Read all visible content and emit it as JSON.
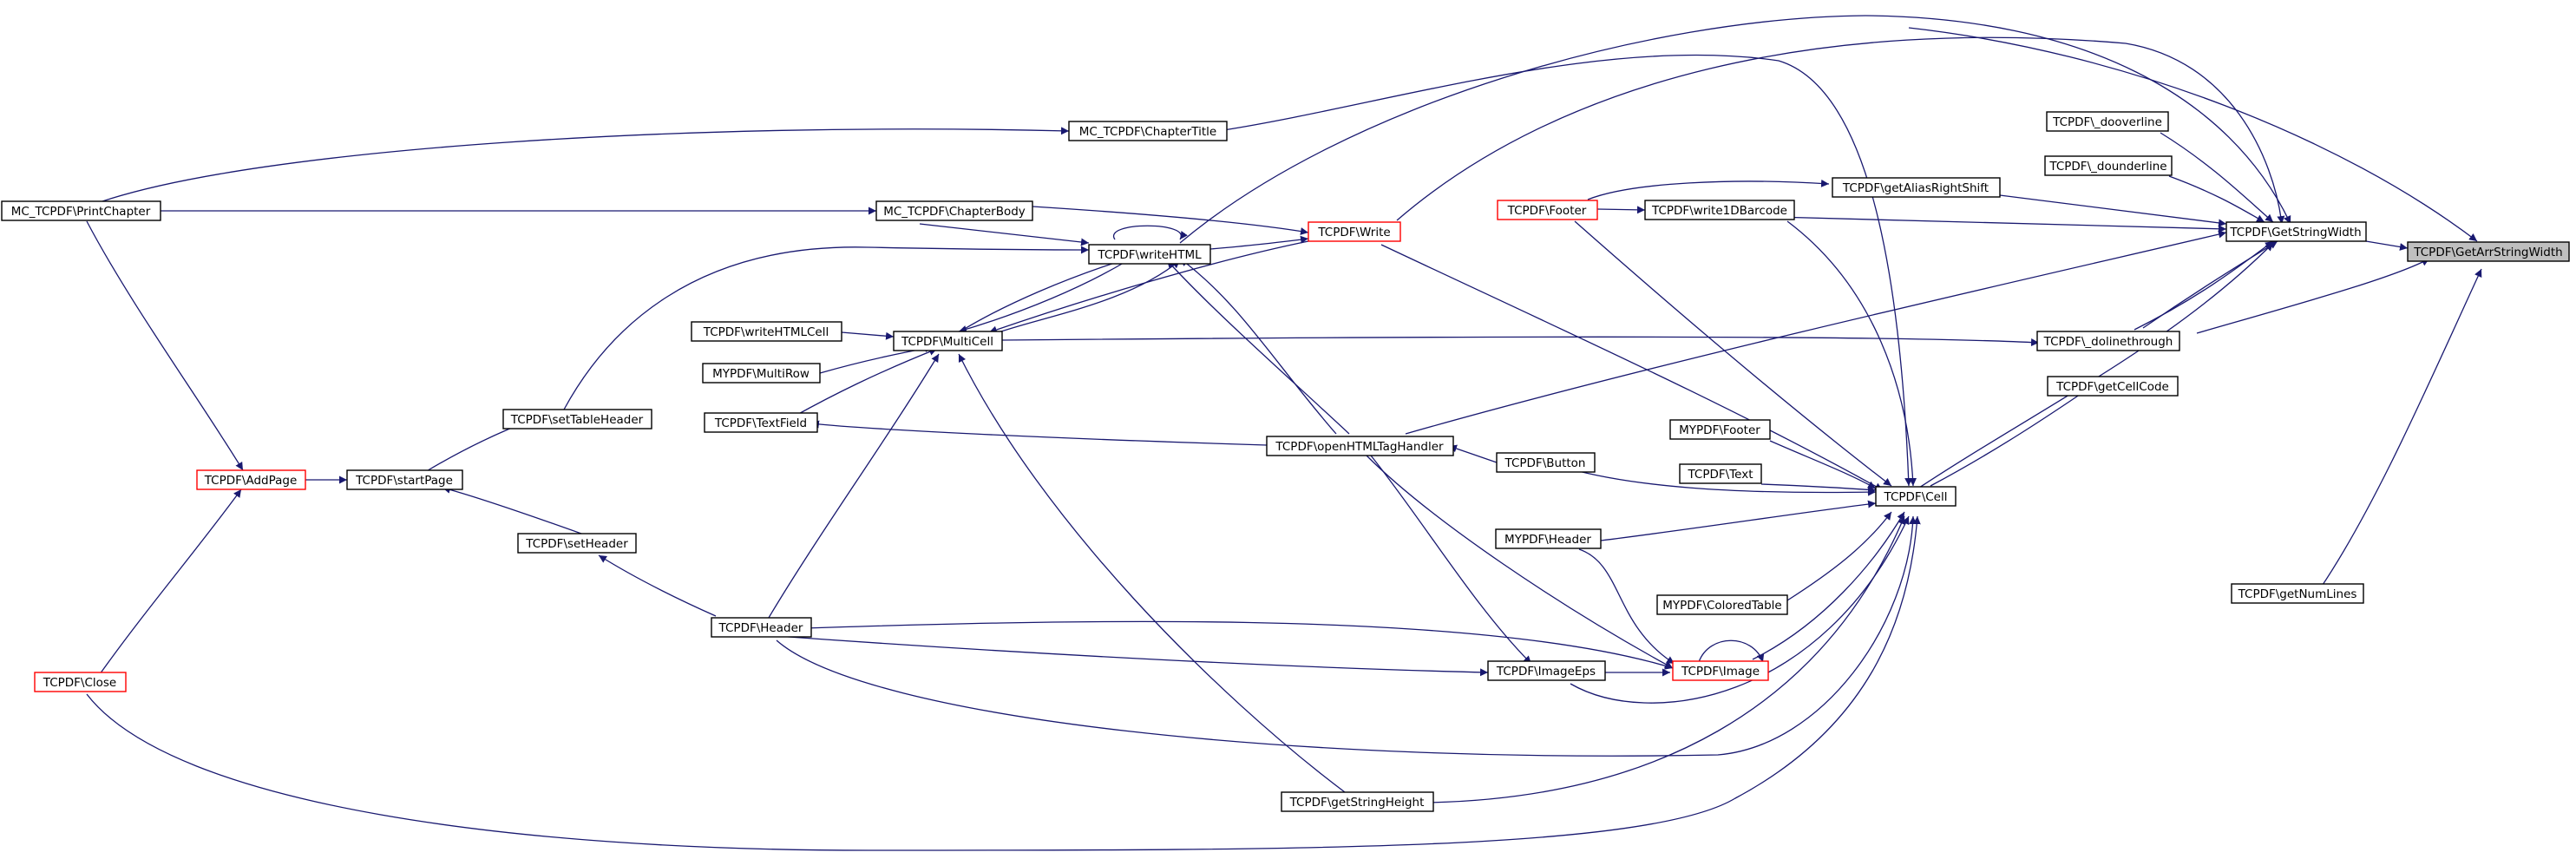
{
  "nodes": {
    "root": "TCPDF\\GetArrStringWidth",
    "getStringWidth": "TCPDF\\GetStringWidth",
    "getNumLines": "TCPDF\\getNumLines",
    "getCellCode": "TCPDF\\getCellCode",
    "dooverline": "TCPDF\\_dooverline",
    "dounderline": "TCPDF\\_dounderline",
    "dolinethrough": "TCPDF\\_dolinethrough",
    "getAliasRightShift": "TCPDF\\getAliasRightShift",
    "write1DBarcode": "TCPDF\\write1DBarcode",
    "footer": "TCPDF\\Footer",
    "cell": "TCPDF\\Cell",
    "mypdfFooter": "MYPDF\\Footer",
    "text": "TCPDF\\Text",
    "mypdfHeader": "MYPDF\\Header",
    "coloredTable": "MYPDF\\ColoredTable",
    "image": "TCPDF\\Image",
    "write": "TCPDF\\Write",
    "chapterTitle": "MC_TCPDF\\ChapterTitle",
    "chapterBody": "MC_TCPDF\\ChapterBody",
    "writeHTML": "TCPDF\\writeHTML",
    "multiCell": "TCPDF\\MultiCell",
    "writeHTMLCell": "TCPDF\\writeHTMLCell",
    "multiRow": "MYPDF\\MultiRow",
    "textField": "TCPDF\\TextField",
    "openHTMLTagHandler": "TCPDF\\openHTMLTagHandler",
    "button": "TCPDF\\Button",
    "imageEps": "TCPDF\\ImageEps",
    "getStringHeight": "TCPDF\\getStringHeight",
    "printChapter": "MC_TCPDF\\PrintChapter",
    "setTableHeader": "TCPDF\\setTableHeader",
    "addPage": "TCPDF\\AddPage",
    "startPage": "TCPDF\\startPage",
    "setHeader": "TCPDF\\setHeader",
    "header": "TCPDF\\Header",
    "close": "TCPDF\\Close"
  },
  "colors": {
    "edge": "#191970",
    "highlight_border": "#ff0000",
    "root_fill": "#bfbfbf"
  }
}
